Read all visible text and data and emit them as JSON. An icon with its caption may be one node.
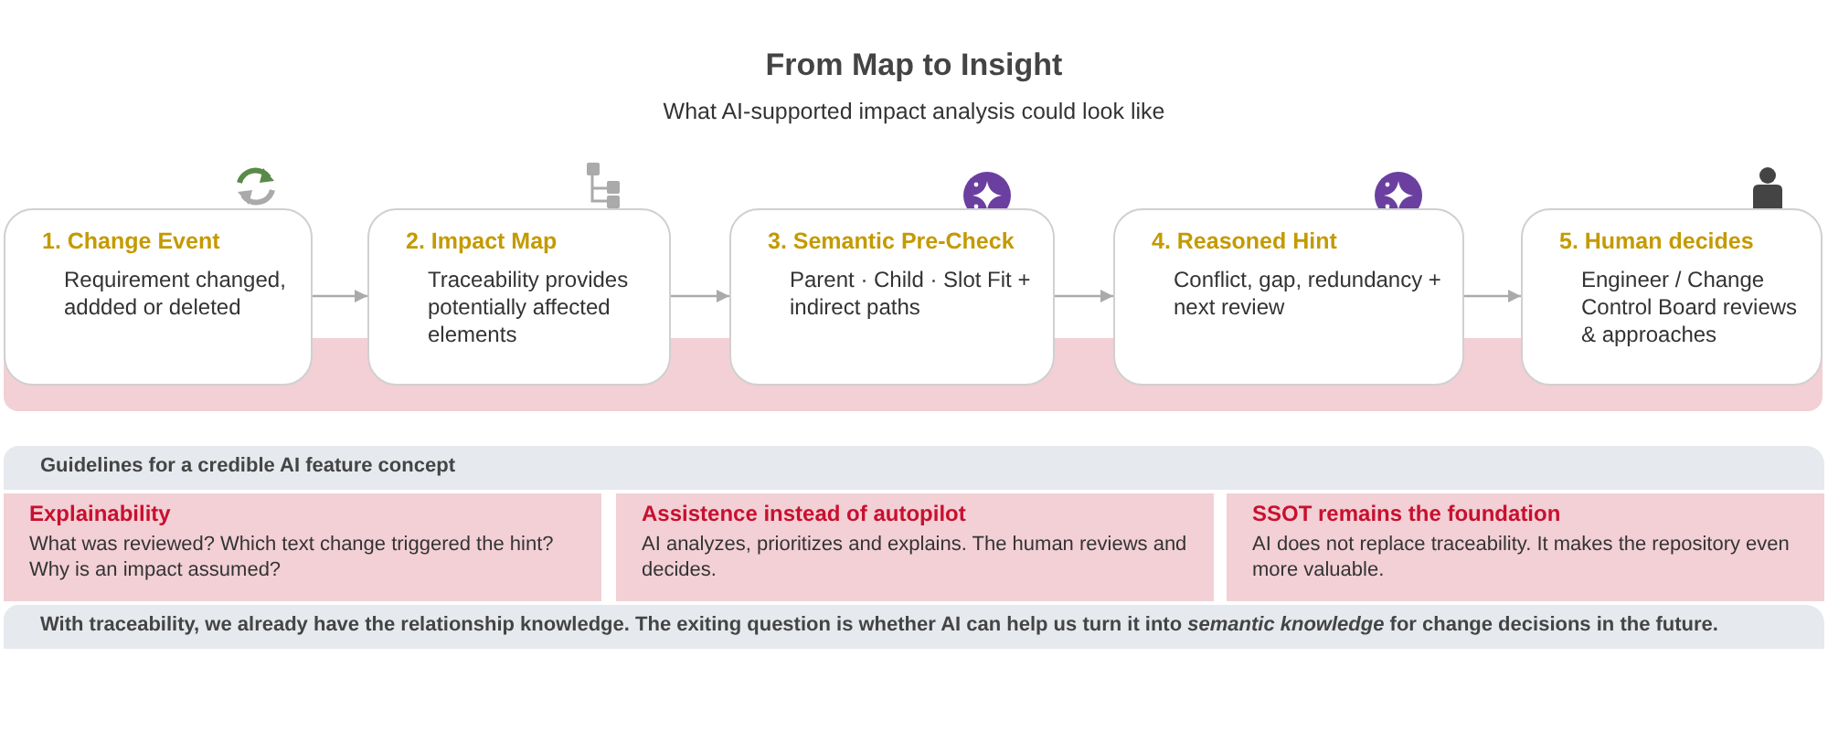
{
  "diagram": {
    "title": "From Map to Insight",
    "caption": "What AI-supported impact analysis could look like",
    "nodes": [
      {
        "text": [
          "1. Change Event",
          "Requirement changed, addded or deleted"
        ]
      },
      {
        "text": [
          "2. Impact Map",
          "Traceability provides potentially affected elements"
        ]
      },
      {
        "text": [
          "3. Semantic Pre-Check",
          "Parent · Child · Slot Fit + indirect paths"
        ]
      },
      {
        "text": [
          "4. Reasoned Hint",
          "Conflict, gap, redundancy + next review"
        ]
      },
      {
        "text": [
          "5. Human decides",
          "Engineer / Change Control Board reviews & approaches"
        ]
      },
      {
        "text": [
          "Guidelines for a credible AI feature concept"
        ]
      },
      {
        "text": [
          "Explainability",
          "What was reviewed? Which text change triggered the hint? Why is an impact assumed?"
        ]
      },
      {
        "text": [
          "Assistence instead of autopilot",
          "AI analyzes, prioritizes and explains. The human reviews and decides."
        ]
      },
      {
        "text": [
          "SSOT remains the foundation",
          "AI does not replace traceability. It makes the repository even more valuable."
        ]
      },
      {
        "text": [
          "With traceability, we already have the relationship knowledge. The exiting question is whether AI can help us turn it into *semantic knowledge* for change decisions in the future."
        ]
      }
    ],
    "edges": [
      {
        "from": 0,
        "to": 1,
        "arrow": "to"
      },
      {
        "from": 1,
        "to": 2,
        "arrow": "to"
      },
      {
        "from": 2,
        "to": 3,
        "arrow": "to"
      },
      {
        "from": 3,
        "to": 4,
        "arrow": "to"
      }
    ]
  }
}
